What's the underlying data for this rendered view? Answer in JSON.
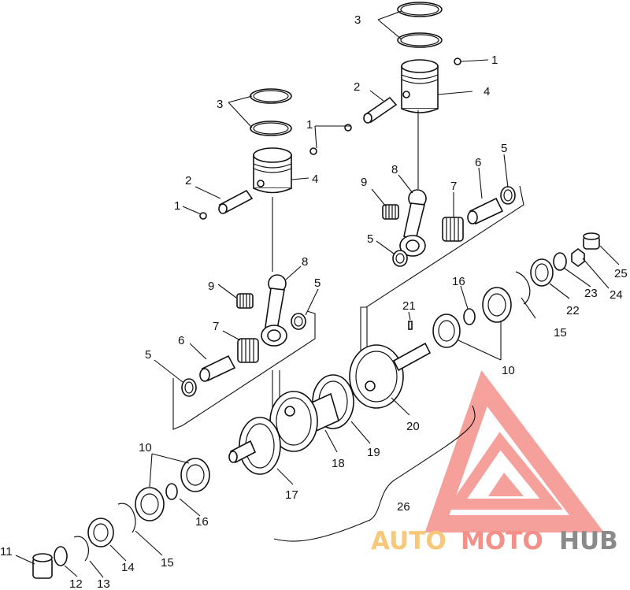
{
  "diagram": {
    "labels": {
      "top_3": "3",
      "top_1": "1",
      "top_2": "2",
      "top_4": "4",
      "left_3": "3",
      "left_1a": "1",
      "left_1b": "1",
      "left_2": "2",
      "left_4": "4",
      "r_5": "5",
      "r_6": "6",
      "r_7": "7",
      "r_8": "8",
      "r_9": "9",
      "r_5b": "5",
      "l_8": "8",
      "l_9": "9",
      "l_5": "5",
      "l_7": "7",
      "l_6": "6",
      "l_5b": "5",
      "r_16": "16",
      "r_21": "21",
      "r_15": "15",
      "r_22": "22",
      "r_23": "23",
      "r_24": "24",
      "r_25": "25",
      "r_10": "10",
      "r_20": "20",
      "c_17": "17",
      "c_18": "18",
      "c_19": "19",
      "b_10": "10",
      "b_16": "16",
      "b_15": "15",
      "b_14": "14",
      "b_13": "13",
      "b_12": "12",
      "b_11": "11",
      "b_26": "26"
    }
  },
  "watermark": {
    "brand_auto": "AUTO",
    "brand_moto": "MOTO",
    "brand_hub": "HUB",
    "colors": {
      "auto": "#f7c87a",
      "moto": "#f4908a",
      "hub": "#8a8a8a",
      "logo": "#f4908a"
    }
  }
}
